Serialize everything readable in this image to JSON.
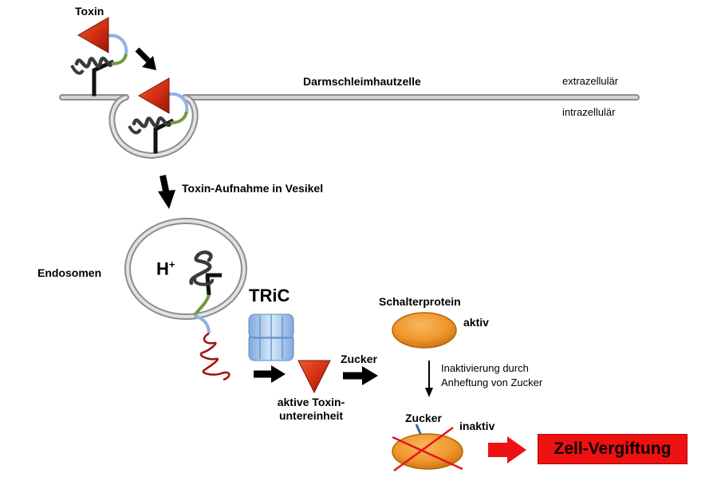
{
  "labels": {
    "toxin": "Toxin",
    "darmschleimhautzelle": "Darmschleimhautzelle",
    "extrazellular": "extrazellulär",
    "intrazellular": "intrazellulär",
    "aufnahme": "Toxin-Aufnahme in Vesikel",
    "endosomen": "Endosomen",
    "h_plus_base": "H",
    "h_plus_sup": "+",
    "tric": "TRiC",
    "schalterprotein": "Schalterprotein",
    "aktiv": "aktiv",
    "zucker1": "Zucker",
    "inaktivierung_line1": "Inaktivierung durch",
    "inaktivierung_line2": "Anheftung von Zucker",
    "aktive_toxin_line1": "aktive Toxin-",
    "aktive_toxin_line2": "untereinheit",
    "zucker2": "Zucker",
    "inaktiv": "inaktiv",
    "zell_vergiftung": "Zell-Vergiftung"
  },
  "colors": {
    "toxin_red": "#d42a12",
    "toxin_dark": "#8a1a08",
    "membrane_gray": "#bdbdbd",
    "linker_blue": "#8fb4e3",
    "linker_green": "#6f9a3a",
    "protein_orange": "#f0962a",
    "tric_blue": "#a9c8ee",
    "arrow_red": "#ee1111",
    "chain_dark_red": "#a01010",
    "receptor_black": "#111111"
  }
}
